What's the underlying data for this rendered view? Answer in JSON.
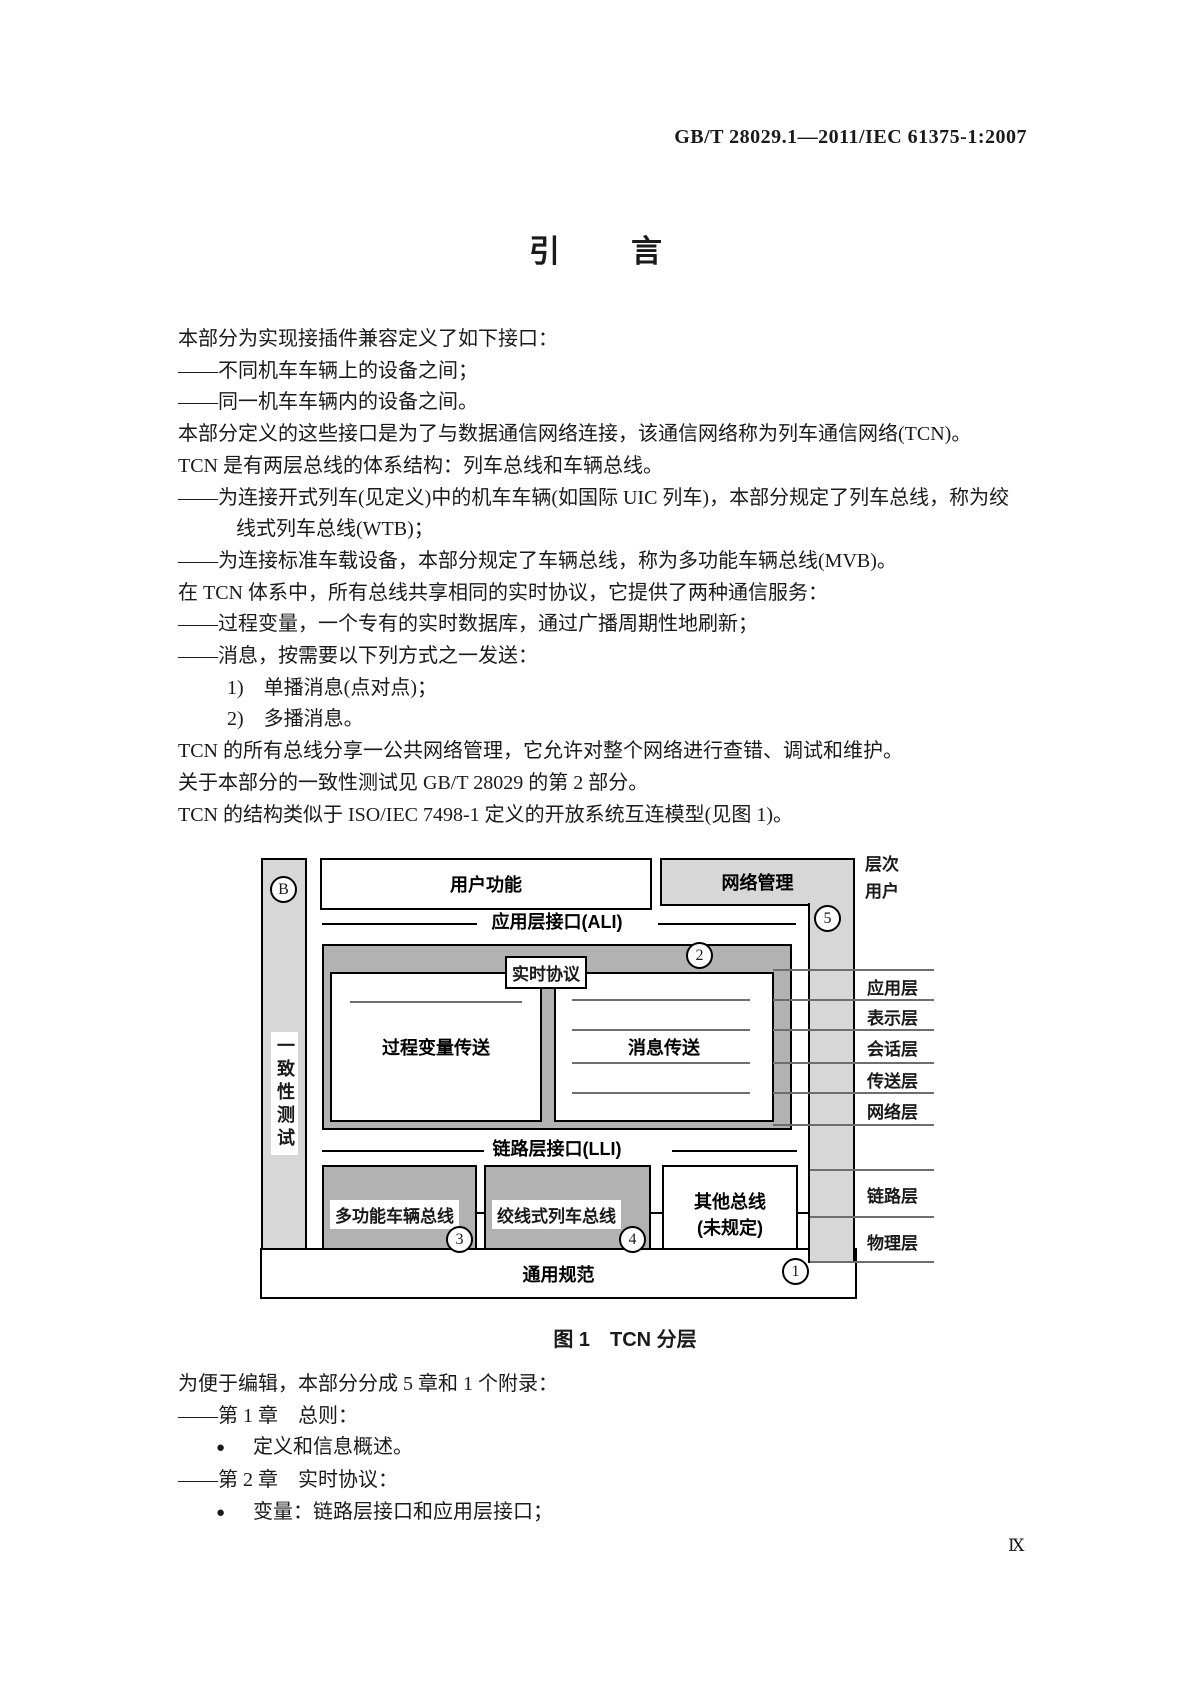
{
  "page": {
    "header": "GB/T 28029.1—2011/IEC 61375-1:2007",
    "title": "引　言",
    "page_number": "Ⅸ"
  },
  "body": {
    "lines": [
      {
        "text": "本部分为实现接插件兼容定义了如下接口："
      },
      {
        "text": "——不同机车车辆上的设备之间；"
      },
      {
        "text": "——同一机车车辆内的设备之间。"
      },
      {
        "text": "本部分定义的这些接口是为了与数据通信网络连接，该通信网络称为列车通信网络(TCN)。"
      },
      {
        "text": "TCN 是有两层总线的体系结构：列车总线和车辆总线。"
      },
      {
        "text": "——为连接开式列车(见定义)中的机车车辆(如国际 UIC 列车)，本部分规定了列车总线，称为绞"
      },
      {
        "text": "线式列车总线(WTB)；"
      },
      {
        "text": "——为连接标准车载设备，本部分规定了车辆总线，称为多功能车辆总线(MVB)。"
      },
      {
        "text": "在 TCN 体系中，所有总线共享相同的实时协议，它提供了两种通信服务："
      },
      {
        "text": "——过程变量，一个专有的实时数据库，通过广播周期性地刷新；"
      },
      {
        "text": "——消息，按需要以下列方式之一发送："
      },
      {
        "text": "1)　单播消息(点对点)；"
      },
      {
        "text": "2)　多播消息。"
      },
      {
        "text": "TCN 的所有总线分享一公共网络管理，它允许对整个网络进行查错、调试和维护。"
      },
      {
        "text": "关于本部分的一致性测试见 GB/T 28029 的第 2 部分。"
      },
      {
        "text": "TCN 的结构类似于 ISO/IEC 7498-1 定义的开放系统互连模型(见图 1)。"
      }
    ]
  },
  "figure": {
    "caption": "图 1　TCN 分层",
    "conformance_label": "一致性测试",
    "user_function": "用户功能",
    "network_mgmt": "网络管理",
    "ali_label": "应用层接口(ALI)",
    "rtp_label": "实时协议",
    "pv_label": "过程变量传送",
    "msg_label": "消息传送",
    "lli_label": "链路层接口(LLI)",
    "mvb_label": "多功能车辆总线",
    "wtb_label": "绞线式列车总线",
    "other_bus_line1": "其他总线",
    "other_bus_line2": "(未规定)",
    "general_spec": "通用规范",
    "circles": {
      "b": "B",
      "one": "1",
      "two": "2",
      "three": "3",
      "four": "4",
      "five": "5"
    },
    "side_labels": {
      "hierarchy": "层次",
      "user": "用户",
      "layers": [
        "应用层",
        "表示层",
        "会话层",
        "传送层",
        "网络层"
      ],
      "link": "链路层",
      "physical": "物理层"
    }
  },
  "outline": {
    "bullet": "●",
    "intro": "为便于编辑，本部分分成 5 章和 1 个附录：",
    "items": [
      {
        "text": "——第 1 章　总则："
      },
      {
        "text": "定义和信息概述。"
      },
      {
        "text": "——第 2 章　实时协议："
      },
      {
        "text": "变量：链路层接口和应用层接口；"
      }
    ]
  }
}
